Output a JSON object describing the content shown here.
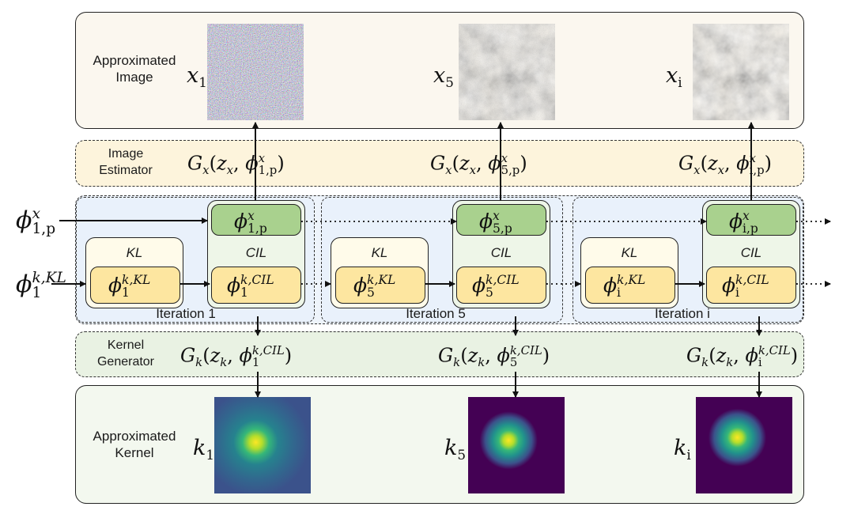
{
  "colors": {
    "image_panel": "#fbf7ef",
    "estimator_band": "#fdf4dc",
    "iteration_band": "#eef4fb",
    "kernel_band": "#e9f2e3",
    "kernel_panel": "#f3f8ef",
    "kl_box": "#fffbea",
    "kl_inner": "#fde6a0",
    "cil_box": "#eef6e8",
    "phi_x_box": "#a9d18e"
  },
  "top_panel": {
    "label_line1": "Approximated",
    "label_line2": "Image",
    "x1_base": "x",
    "x1_sub": "1",
    "x5_base": "x",
    "x5_sub": "5",
    "xi_base": "x",
    "xi_sub": "i"
  },
  "estimator": {
    "label_line1": "Image",
    "label_line2": "Estimator",
    "g1": {
      "G": "G",
      "Gsub": "x",
      "z": "z",
      "zsub": "x",
      "phi": "ϕ",
      "sup": "x",
      "sub": "1,p"
    },
    "g5": {
      "G": "G",
      "Gsub": "x",
      "z": "z",
      "zsub": "x",
      "phi": "ϕ",
      "sup": "x",
      "sub": "5,p"
    },
    "gi": {
      "G": "G",
      "Gsub": "x",
      "z": "z",
      "zsub": "x",
      "phi": "ϕ",
      "sup": "x",
      "sub": "i,p"
    }
  },
  "inputs": {
    "phi_x": {
      "phi": "ϕ",
      "sup": "x",
      "sub": "1,p"
    },
    "phi_k": {
      "phi": "ϕ",
      "sup": "k,KL",
      "sub": "1"
    }
  },
  "iterations": [
    {
      "label": "Iteration 1",
      "kl": "KL",
      "cil": "CIL",
      "kl_sup": "k,KL",
      "kl_sub": "1",
      "cil_sup": "k,CIL",
      "cil_sub": "1",
      "px_sup": "x",
      "px_sub": "1,p"
    },
    {
      "label": "Iteration 5",
      "kl": "KL",
      "cil": "CIL",
      "kl_sup": "k,KL",
      "kl_sub": "5",
      "cil_sup": "k,CIL",
      "cil_sub": "5",
      "px_sup": "x",
      "px_sub": "5,p"
    },
    {
      "label": "Iteration i",
      "kl": "KL",
      "cil": "CIL",
      "kl_sup": "k,KL",
      "kl_sub": "i",
      "cil_sup": "k,CIL",
      "cil_sub": "i",
      "px_sup": "x",
      "px_sub": "i,p"
    }
  ],
  "generator": {
    "label_line1": "Kernel",
    "label_line2": "Generator",
    "g1": {
      "G": "G",
      "Gsub": "k",
      "z": "z",
      "zsub": "k",
      "phi": "ϕ",
      "sup": "k,CIL",
      "sub": "1"
    },
    "g5": {
      "G": "G",
      "Gsub": "k",
      "z": "z",
      "zsub": "k",
      "phi": "ϕ",
      "sup": "k,CIL",
      "sub": "5"
    },
    "gi": {
      "G": "G",
      "Gsub": "k",
      "z": "z",
      "zsub": "k",
      "phi": "ϕ",
      "sup": "k,CIL",
      "sub": "i"
    }
  },
  "bottom_panel": {
    "label_line1": "Approximated",
    "label_line2": "Kernel",
    "k1_base": "k",
    "k1_sub": "1",
    "k5_base": "k",
    "k5_sub": "5",
    "ki_base": "k",
    "ki_sub": "i"
  }
}
